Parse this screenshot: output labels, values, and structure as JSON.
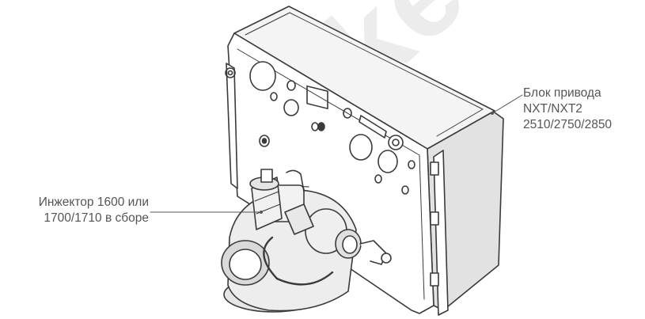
{
  "labels": {
    "drive_unit": [
      "Блок привода",
      "NXT/NXT2",
      "2510/2750/2850"
    ],
    "injector": [
      "Инжектор 1600 или",
      "1700/1710 в сборе"
    ]
  },
  "watermark": "rket.r",
  "colors": {
    "line": "#3a3a3a",
    "shade": "#d9d9d9",
    "label_text": "#555555",
    "watermark": "#ececec"
  }
}
